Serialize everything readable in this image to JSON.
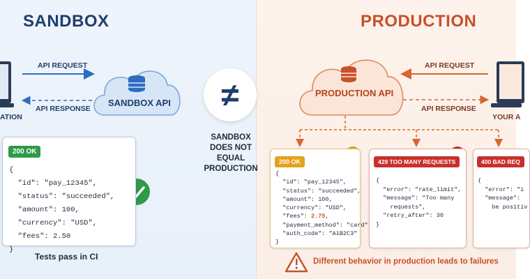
{
  "sandbox": {
    "title": "SANDBOX",
    "api_request": "API REQUEST",
    "api_response": "API RESPONSE",
    "cloud_label": "SANDBOX API",
    "client_label": "ATION",
    "status_badge": "200 OK",
    "code": "{\n  \"id\": \"pay_12345\",\n  \"status\": \"succeeded\",\n  \"amount\": 100,\n  \"currency\": \"USD\",\n  \"fees\": 2.50\n}",
    "footer": "Tests pass in CI"
  },
  "middle": {
    "text_line1": "SANDBOX",
    "text_line2": "DOES NOT",
    "text_line3": "EQUAL",
    "text_line4": "PRODUCTION"
  },
  "production": {
    "title": "PRODUCTION",
    "api_request": "API REQUEST",
    "api_response": "API RESPONSE",
    "cloud_label": "PRODUCTION API",
    "client_label": "YOUR A",
    "responses": [
      {
        "badge": "200 OK",
        "code_a": "{\n  \"id\": \"pay_12345\",\n  \"status\": \"succeeded\",\n  \"amount\": 100,\n  \"currency\": \"USD\",\n  \"fees\": ",
        "fees_value": "2.75",
        "code_b": ",\n  \"payment_method\": \"card\",\n  \"auth_code\": \"A1B2C3\"\n}"
      },
      {
        "badge": "429 TOO MANY REQUESTS",
        "code": "{\n  \"error\": \"rate_limit\",\n  \"message\": \"Too many\n    requests\",\n  \"retry_after\": 30\n}"
      },
      {
        "badge": "400 BAD REQ",
        "code": "{\n  \"error\": \"i\n  \"message\":\n    be positiv"
      }
    ],
    "footer": "Different behavior in production leads to failures"
  },
  "colors": {
    "sandbox_blue": "#1f3e6e",
    "production_orange": "#c8502a",
    "ok_green": "#2e9a4a",
    "warning_amber": "#e4a11a",
    "error_red": "#c9302c"
  }
}
